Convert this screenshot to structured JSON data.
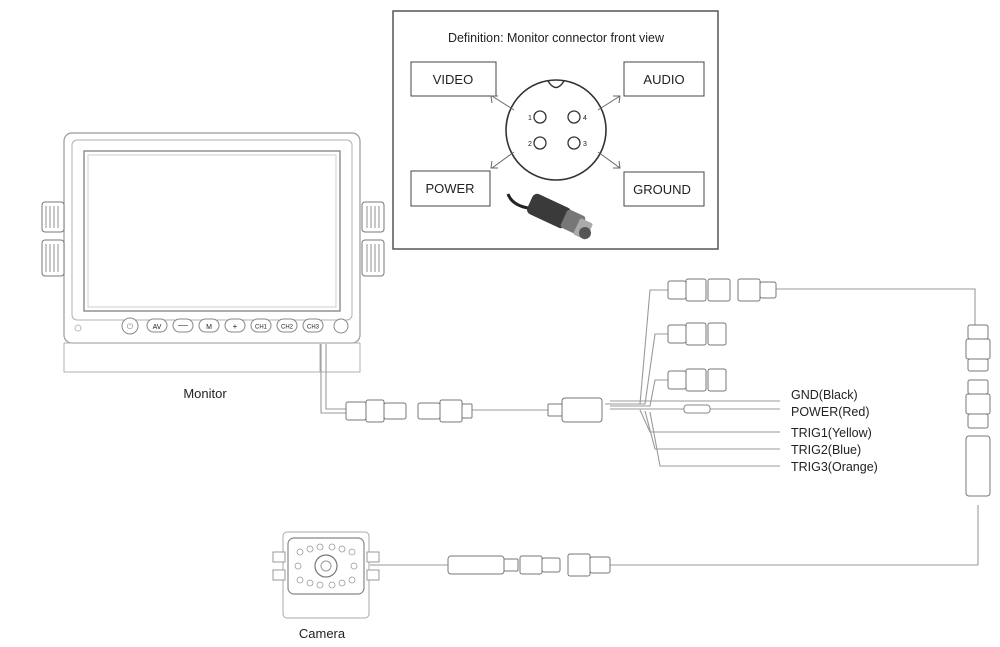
{
  "definition": {
    "title": "Definition: Monitor connector front view",
    "pins": {
      "video": "VIDEO",
      "audio": "AUDIO",
      "power": "POWER",
      "ground": "GROUND"
    },
    "pin_numbers": [
      "1",
      "2",
      "3",
      "4"
    ]
  },
  "monitor": {
    "caption": "Monitor",
    "buttons": [
      "AV",
      "M",
      "+",
      "CH1",
      "CH2",
      "CH3"
    ]
  },
  "camera": {
    "caption": "Camera"
  },
  "wires": [
    "GND(Black)",
    "POWER(Red)",
    "TRIG1(Yellow)",
    "TRIG2(Blue)",
    "TRIG3(Orange)"
  ],
  "colors": {
    "line": "#9a9a9a",
    "dark": "#333333",
    "connector": "#b8b8b8"
  }
}
